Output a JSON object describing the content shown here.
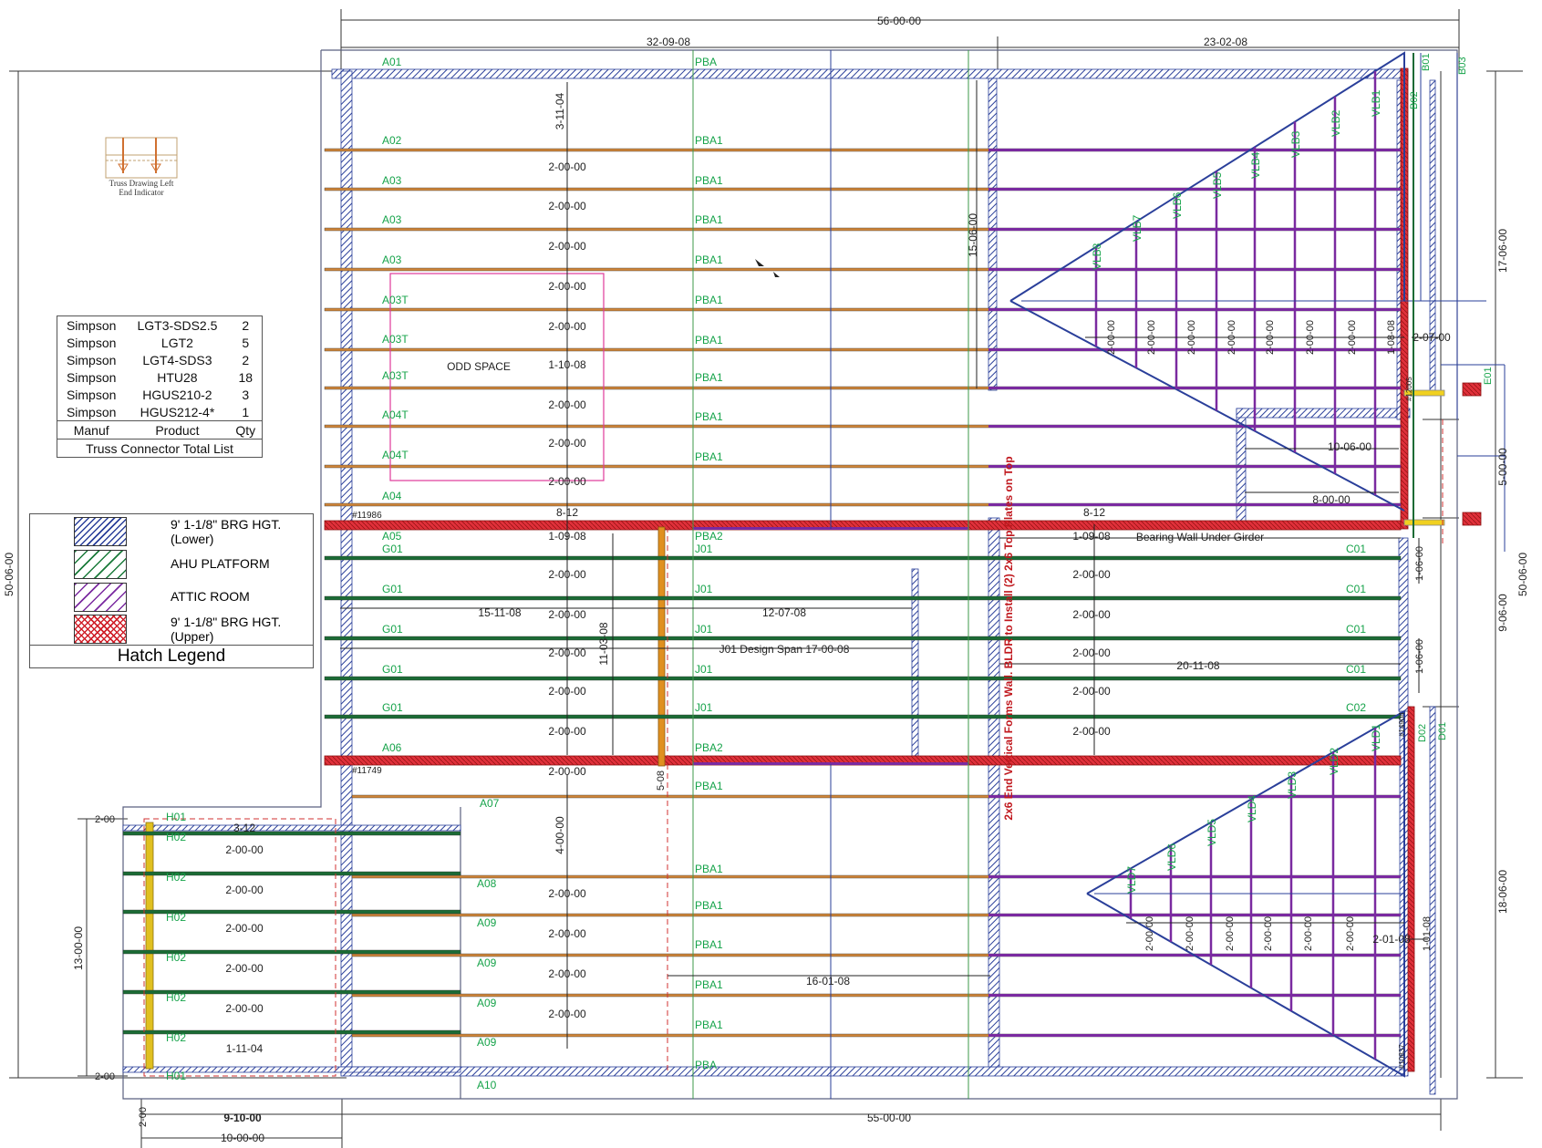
{
  "colors": {
    "truss_red": "#cc2a28",
    "truss_purple": "#7a2aa0",
    "truss_green": "#1b6b35",
    "truss_orange": "#d0863a",
    "bearing_blue": "#2a3f9a",
    "label_green": "#16a34a",
    "odd_space_border": "#e0399a",
    "note_red": "#c0181e"
  },
  "dimensions": {
    "top_overall": "56-00-00",
    "top_left": "32-09-08",
    "top_right": "23-02-08",
    "bottom_overall": "55-00-00",
    "bottom_left_inner": "9-10-00",
    "bottom_left_outer": "10-00-00",
    "bottom_left_small": "2-00",
    "left_overall": "50-06-00",
    "left_wing": "13-00-00",
    "left_wing_top": "2-00",
    "left_wing_bottom": "2-00",
    "right_overall": "50-06-00",
    "right_top": "17-06-00",
    "right_mid": "9-06-00",
    "right_bottom": "18-06-00",
    "right_small": "5-00-00"
  },
  "truss_labels": {
    "left_column": [
      "A01",
      "A02",
      "A03",
      "A03",
      "A03",
      "A03T",
      "A03T",
      "A03T",
      "A04T",
      "A04T",
      "A04",
      "A05",
      "G01",
      "G01",
      "G01",
      "G01",
      "G01",
      "A06",
      "A07",
      "A08",
      "A09",
      "A09",
      "A09",
      "A09",
      "A10"
    ],
    "wing": [
      "H01",
      "H02",
      "H02",
      "H02",
      "H02",
      "H02",
      "H02",
      "H01"
    ],
    "center_column": [
      "PBA",
      "PBA1",
      "PBA1",
      "PBA1",
      "PBA1",
      "PBA1",
      "PBA1",
      "PBA1",
      "PBA1",
      "PBA1",
      "PBA2",
      "J01",
      "J01",
      "J01",
      "J01",
      "J01",
      "PBA2",
      "PBA1",
      "PBA1",
      "PBA1",
      "PBA1",
      "PBA1",
      "PBA1",
      "PBA"
    ],
    "right_column": [
      "C01",
      "C01",
      "C01",
      "C01",
      "C02"
    ],
    "top_valley": [
      "VLB1",
      "VLB2",
      "VLB3",
      "VLB4",
      "VLB5",
      "VLB6",
      "VLB7",
      "VLB8"
    ],
    "bottom_valley": [
      "VLD1",
      "VLD2",
      "VLD3",
      "VLD4",
      "VLD5",
      "VLD6",
      "VLD7"
    ],
    "right_edge": [
      "B01",
      "B03",
      "B02",
      "E01",
      "D01",
      "D02"
    ]
  },
  "spacing_labels": {
    "upper": [
      "3-11-04",
      "2-00-00",
      "2-00-00",
      "2-00-00",
      "2-00-00",
      "2-00-00",
      "1-10-08",
      "2-00-00",
      "2-00-00",
      "2-00-00"
    ],
    "middle": [
      "1-09-08",
      "2-00-00",
      "2-00-00",
      "2-00-00",
      "2-00-00",
      "2-00-00"
    ],
    "middle_right": [
      "1-09-08",
      "2-00-00",
      "2-00-00",
      "2-00-00",
      "2-00-00",
      "2-00-00"
    ],
    "lower": [
      "2-00-00",
      "4-00-00",
      "2-00-00",
      "2-00-00",
      "2-00-00",
      "2-00-00"
    ],
    "wing": [
      "3-12",
      "2-00-00",
      "2-00-00",
      "2-00-00",
      "2-00-00",
      "2-00-00",
      "1-11-04"
    ],
    "valley_top": [
      "2-00-00",
      "2-00-00",
      "2-00-00",
      "2-00-00",
      "2-00-00",
      "2-00-00",
      "2-00-00",
      "1-08-08"
    ],
    "valley_bottom": [
      "2-00-00",
      "2-00-00",
      "2-00-00",
      "2-00-00",
      "2-00-00",
      "2-00-00",
      "1-01-08"
    ]
  },
  "annotations": {
    "odd_space": "ODD SPACE",
    "bearing_wall": "Bearing Wall Under Girder",
    "j01_span": "J01 Design Span  17-00-08",
    "span_15_11": "15-11-08",
    "span_12_07": "12-07-08",
    "span_11_03": "11-03-08",
    "span_20_11": "20-11-08",
    "span_16_01": "16-01-08",
    "span_15_06": "15-06-00",
    "span_10_06": "10-06-00",
    "span_8_00": "8-00-00",
    "span_2_07": "2-07-00",
    "span_2_01": "2-01-08",
    "span_1_06a": "1-06-00",
    "span_1_06b": "1-06-00",
    "span_5_08": "5-08",
    "pitch_left": "8-12",
    "pitch_right": "8-12",
    "id_11986": "#11986",
    "id_11749": "#11749",
    "id_12005": "#12005",
    "id_14904": "#14904",
    "id_10837": "#10837",
    "wall_note": "2x6 End Vertical Forms Wall. BLDR to Install (2) 2x6 Top Plates on Top"
  },
  "connector_list": {
    "rows": [
      {
        "manuf": "Simpson",
        "product": "LGT3-SDS2.5",
        "qty": "2"
      },
      {
        "manuf": "Simpson",
        "product": "LGT2",
        "qty": "5"
      },
      {
        "manuf": "Simpson",
        "product": "LGT4-SDS3",
        "qty": "2"
      },
      {
        "manuf": "Simpson",
        "product": "HTU28",
        "qty": "18"
      },
      {
        "manuf": "Simpson",
        "product": "HGUS210-2",
        "qty": "3"
      },
      {
        "manuf": "Simpson",
        "product": "HGUS212-4*",
        "qty": "1"
      }
    ],
    "header": {
      "manuf": "Manuf",
      "product": "Product",
      "qty": "Qty"
    },
    "title": "Truss Connector Total List"
  },
  "hatch_legend": {
    "items": [
      {
        "line1": "9' 1-1/8\" BRG HGT.",
        "line2": "(Lower)"
      },
      {
        "line1": "AHU PLATFORM",
        "line2": ""
      },
      {
        "line1": "ATTIC ROOM",
        "line2": ""
      },
      {
        "line1": "9' 1-1/8\" BRG HGT.",
        "line2": "(Upper)"
      }
    ],
    "title": "Hatch Legend"
  },
  "indicator": {
    "line1": "Truss Drawing Left",
    "line2": "End Indicator"
  }
}
